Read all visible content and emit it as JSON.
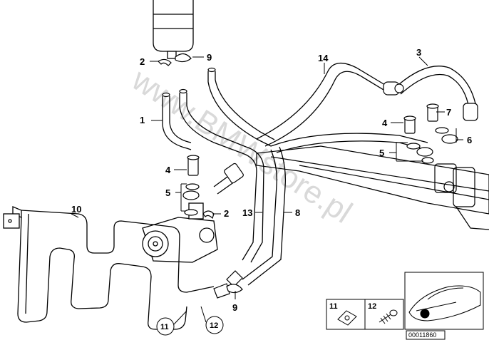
{
  "watermark": "www.BMWstore.pl",
  "callouts": {
    "c1": "1",
    "c2a": "2",
    "c2b": "2",
    "c3": "3",
    "c4a": "4",
    "c4b": "4",
    "c5a": "5",
    "c5b": "5",
    "c6": "6",
    "c7": "7",
    "c8": "8",
    "c9a": "9",
    "c9b": "9",
    "c10": "10",
    "c11": "11",
    "c12": "12",
    "c13": "13",
    "c14": "14"
  },
  "inset": {
    "item_a": "11",
    "item_b": "12",
    "diagram_code": "00011860"
  }
}
